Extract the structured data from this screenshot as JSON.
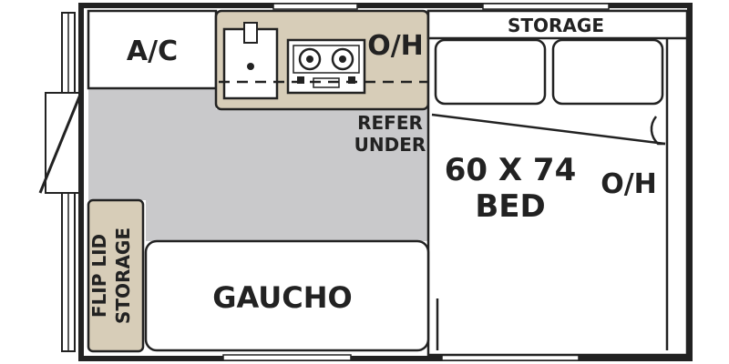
{
  "labels": {
    "ac": "A/C",
    "overhead_galley": "O/H",
    "storage_top": "STORAGE",
    "refer_line1": "REFER",
    "refer_line2": "UNDER",
    "bed_line1": "60 X 74",
    "bed_line2": "BED",
    "overhead_bed": "O/H",
    "flip_line1": "FLIP LID",
    "flip_line2": "STORAGE",
    "gaucho": "GAUCHO"
  },
  "colors": {
    "wall": "#222222",
    "counter_tan": "#d7cdb8",
    "floor_gray": "#c9c9cb",
    "storage_tan": "#d7cdb8",
    "cushion_fill": "#ffffff"
  }
}
